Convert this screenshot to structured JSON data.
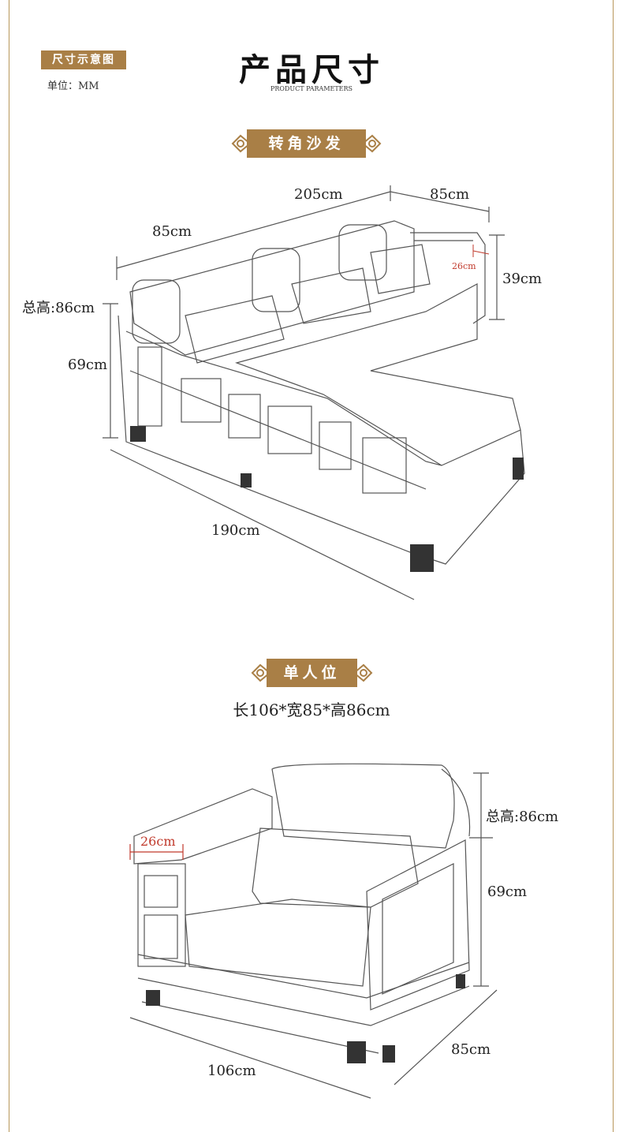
{
  "header": {
    "tag": "尺寸示意图",
    "unit": "单位：MM",
    "title": "产品尺寸",
    "subtitle": "PRODUCT PARAMETERS"
  },
  "sections": [
    {
      "banner": "转角沙发",
      "dims": {
        "top_long": "205cm",
        "top_right": "85cm",
        "top_left": "85cm",
        "total_height": "总高:86cm",
        "seat_height": "69cm",
        "armrest_height": "39cm",
        "armrest_width": "26cm",
        "bottom": "190cm"
      }
    },
    {
      "banner": "单人位",
      "spec": "长106*宽85*高86cm",
      "dims": {
        "armrest_width": "26cm",
        "total_height": "总高:86cm",
        "seat_height": "69cm",
        "depth": "85cm",
        "length": "106cm"
      }
    }
  ],
  "colors": {
    "accent": "#a97f46",
    "frame": "#b9975b",
    "dimension_mark": "#c0392b"
  }
}
